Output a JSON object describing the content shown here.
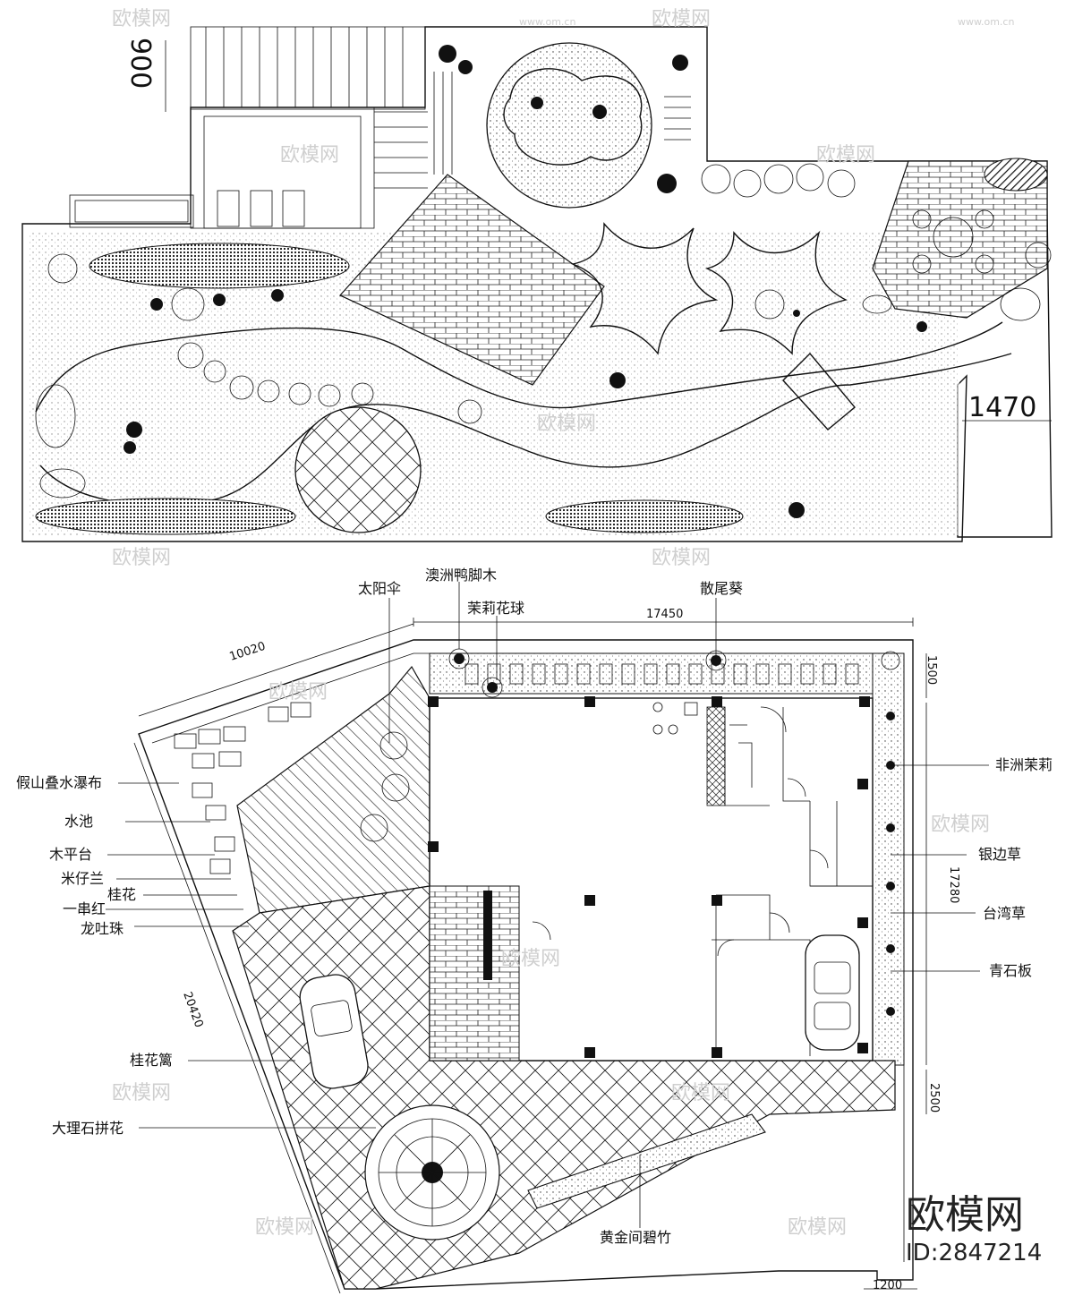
{
  "upper_plan": {
    "dimensions": {
      "top_left": "900",
      "right": "1470"
    }
  },
  "lower_plan": {
    "dimensions": {
      "top": "17450",
      "top_left": "10020",
      "left": "20420",
      "right_top": "1500",
      "right": "17280",
      "right_bottom": "2500",
      "bottom_right": "1200"
    },
    "labels_top": [
      "太阳伞",
      "澳洲鸭脚木",
      "茉莉花球",
      "散尾葵"
    ],
    "labels_left": [
      "假山叠水瀑布",
      "水池",
      "木平台",
      "米仔兰",
      "桂花",
      "一串红",
      "龙吐珠",
      "桂花篱",
      "大理石拼花"
    ],
    "labels_right": [
      "非洲茉莉",
      "银边草",
      "台湾草",
      "青石板"
    ],
    "labels_bottom": [
      "黄金间碧竹"
    ]
  },
  "watermark": {
    "brand": "欧模网",
    "site": "www.om.cn",
    "id": "ID:2847214"
  }
}
